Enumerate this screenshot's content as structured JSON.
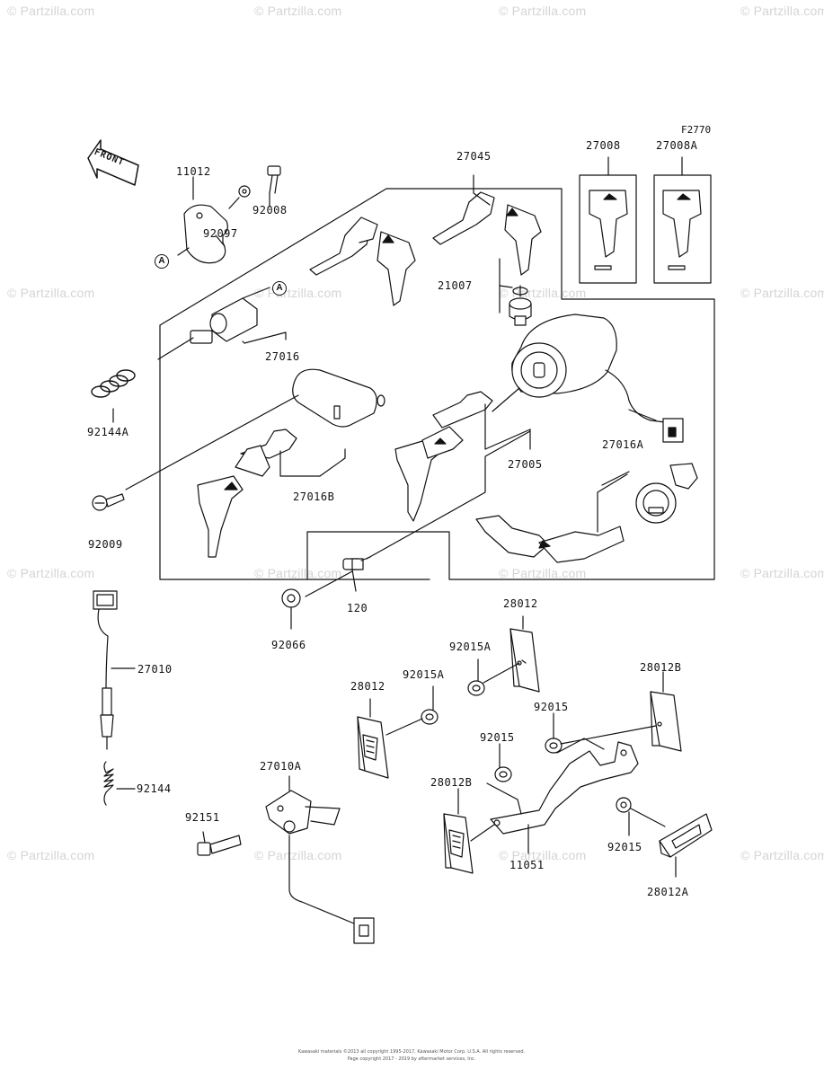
{
  "watermark": "© Partzilla.com",
  "figure_code": "F2770",
  "front_label": "FRONT",
  "callout_letter": "A",
  "footer": {
    "line1": "Kawasaki materials ©2013 all copyright 1995-2017, Kawasaki Motor Corp. U.S.A. All rights reserved.",
    "line2": "Page copyright 2017 - 2019 by aftermarket services, Inc."
  },
  "parts": {
    "p11012": "11012",
    "p92008": "92008",
    "p92097": "92097",
    "p27045": "27045",
    "p27008": "27008",
    "p27008A": "27008A",
    "p21007": "21007",
    "p27016": "27016",
    "p92144A": "92144A",
    "p27016B": "27016B",
    "p27005": "27005",
    "p27016A": "27016A",
    "p92009": "92009",
    "p120": "120",
    "p92066": "92066",
    "p28012_top": "28012",
    "p92015A_1": "92015A",
    "p28012_left": "28012",
    "p92015A_2": "92015A",
    "p28012B_1": "28012B",
    "p92015_1": "92015",
    "p92015_2": "92015",
    "p27010": "27010",
    "p92144": "92144",
    "p27010A": "27010A",
    "p92151": "92151",
    "p28012B_2": "28012B",
    "p11051": "11051",
    "p92015_3": "92015",
    "p28012A": "28012A"
  }
}
